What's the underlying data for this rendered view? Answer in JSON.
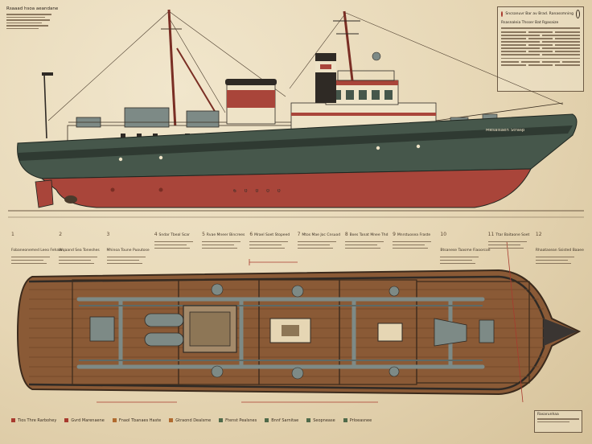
{
  "title_block": {
    "line1": "Sncsanuvr Bar av Brad. Ranassmning",
    "line2": "Rsasnaleia Thsser Bat Rgasaize"
  },
  "top_left_note": "Rsaaad hsoa aeandane",
  "hull_label": "Mesalsaen Strasp",
  "hull_numerals": "6 0 0 0 0",
  "callouts": [
    {
      "num": "1",
      "text": "Fobaneonemed Leeo Fehate"
    },
    {
      "num": "2",
      "text": "Wqaand Sea Toneshes"
    },
    {
      "num": "3",
      "text": "Mhinoa Toune Puoutose"
    },
    {
      "num": "4",
      "text": "Sndar Tbeal Scar"
    },
    {
      "num": "5",
      "text": "Rvae Mneer Bincrees"
    },
    {
      "num": "6",
      "text": "Mrael Soet Stopeed"
    },
    {
      "num": "7",
      "text": "Mtos Mae Joc Cnsuod"
    },
    {
      "num": "8",
      "text": "Bxes Tanat Mnee Thd"
    },
    {
      "num": "9",
      "text": "Mnrstuosea Fraste"
    },
    {
      "num": "10",
      "text": "Btsanese Taasme Fiaoorcoe"
    },
    {
      "num": "11",
      "text": "Ttar Baitaone Soet"
    },
    {
      "num": "12",
      "text": "Rhaatasean Ssisted Baaee"
    }
  ],
  "bottom_legend": [
    {
      "text": "Tios Thre Rarbohey",
      "color": "#a83a2e"
    },
    {
      "text": "Gvrd Marenaene",
      "color": "#a83a2e"
    },
    {
      "text": "Fnaol Tbanaes Haste",
      "color": "#b06a2e"
    },
    {
      "text": "Gtraond Dealsme",
      "color": "#b06a2e"
    },
    {
      "text": "Ftenst Pealsnes",
      "color": "#4f6a4a"
    },
    {
      "text": "Bnnf Sarnitae",
      "color": "#4f6a4a"
    },
    {
      "text": "Seopnease",
      "color": "#4f6a4a"
    },
    {
      "text": "Prloeasnee",
      "color": "#4f6a4a"
    }
  ],
  "stamp_label": "Rasarunhaa",
  "colors": {
    "hull_green": "#46574b",
    "hull_red": "#a9453a",
    "deck_cream": "#eee3c7",
    "deck_wood": "#8a5a36",
    "pipe_grey": "#7d8a86"
  }
}
